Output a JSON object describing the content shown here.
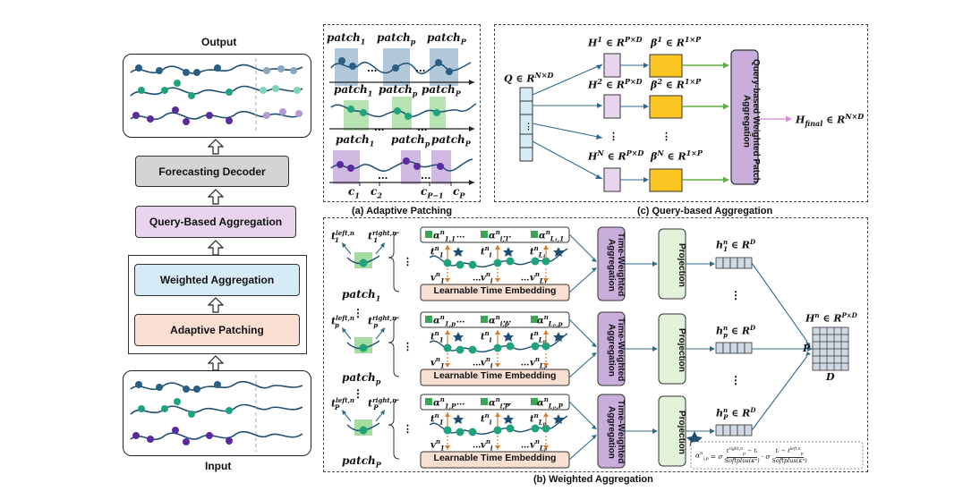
{
  "colors": {
    "pink": "#e9d4ee",
    "gray": "#d4d4d4",
    "blue": "#d5ecf7",
    "peach": "#f8dfd2",
    "yellow": "#fcc521",
    "purple": "#c9aedc",
    "green": "#e2f3d9",
    "teal": "#2f6b8c",
    "arrow_green": "#5fb043"
  },
  "left": {
    "output_label": "Output",
    "input_label": "Input",
    "decoder_label": "Forecasting Decoder",
    "query_label": "Query-Based Aggregation",
    "weighted_label": "Weighted Aggregation",
    "patching_label": "Adaptive Patching"
  },
  "panel_a": {
    "caption": "(a) Adaptive Patching",
    "row1": {
      "p1": "patch",
      "p1_sub": "1",
      "pp": "patch",
      "pp_sub": "p",
      "pP": "patch",
      "pP_sub": "P"
    },
    "row2": {
      "p1": "patch",
      "p1_sub": "1",
      "pp": "patch",
      "pp_sub": "p",
      "pP": "patch",
      "pP_sub": "P"
    },
    "row3": {
      "p1": "patch",
      "p1_sub": "1",
      "pp": "patch",
      "pp_sub": "p",
      "pP": "patch",
      "pP_sub": "P"
    },
    "c_labels": {
      "c1": "c",
      "c1_sub": "1",
      "c2": "c",
      "c2_sub": "2",
      "cPm1": "c",
      "cPm1_sub": "P−1",
      "cP": "c",
      "cP_sub": "P"
    }
  },
  "panel_c": {
    "caption": "(c) Query-based Aggregation",
    "Q": "Q ∈ R",
    "Q_sup": "N×D",
    "H1": "H",
    "H1_sup": "1",
    "H1_set": "∈ R",
    "H1_dim": "P×D",
    "H2": "H",
    "H2_sup": "2",
    "H2_set": "∈ R",
    "H2_dim": "P×D",
    "HN": "H",
    "HN_sup": "N",
    "HN_set": "∈ R",
    "HN_dim": "P×D",
    "B1": "β",
    "B1_sup": "1",
    "B1_set": "∈ R",
    "B1_dim": "1×P",
    "B2": "β",
    "B2_sup": "2",
    "B2_set": "∈ R",
    "B2_dim": "1×P",
    "BN": "β",
    "BN_sup": "N",
    "BN_set": "∈ R",
    "BN_dim": "1×P",
    "agg_label": "Query-based Weighted Patch Aggregation",
    "out": "H",
    "out_sub": "final",
    "out_set": "∈ R",
    "out_dim": "N×D"
  },
  "panel_b": {
    "caption": "(b) Weighted Aggregation",
    "lte": "Learnable Time Embedding",
    "twa": "Time-Weighted Aggregation",
    "proj": "Projection",
    "rows": [
      {
        "tl": "t",
        "tl_sup": "left,n",
        "tl_sub": "1",
        "tr": "t",
        "tr_sup": "right,n",
        "tr_sub": "1",
        "patch": "patch",
        "patch_sub": "1",
        "a1": "α",
        "a1_sub": "1,1",
        "a1_sup": "n",
        "ai": "α",
        "ai_sub": "i,1",
        "ai_sup": "n",
        "aL": "α",
        "aL_sub": "L₁,1",
        "aL_sup": "n",
        "t1": "t",
        "t1_sub": "1",
        "t1_sup": "n",
        "ti": "t",
        "ti_sub": "i",
        "ti_sup": "n",
        "tL": "t",
        "tL_sub": "L₁",
        "tL_sup": "n",
        "v1": "v",
        "v1_sub": "1",
        "v1_sup": "n",
        "vi": "v",
        "vi_sub": "i",
        "vi_sup": "n",
        "vL": "v",
        "vL_sub": "L₁",
        "vL_sup": "n",
        "h": "h",
        "h_sub": "1",
        "h_sup": "n",
        "h_set": "∈ R",
        "h_dim": "D"
      },
      {
        "tl": "t",
        "tl_sup": "left,n",
        "tl_sub": "p",
        "tr": "t",
        "tr_sup": "right,n",
        "tr_sub": "p",
        "patch": "patch",
        "patch_sub": "p",
        "a1": "α",
        "a1_sub": "1,p",
        "a1_sup": "n",
        "ai": "α",
        "ai_sub": "i,p",
        "ai_sup": "n",
        "aL": "α",
        "aL_sub": "Lₚ,p",
        "aL_sup": "n",
        "t1": "t",
        "t1_sub": "1",
        "t1_sup": "n",
        "ti": "t",
        "ti_sub": "i",
        "ti_sup": "n",
        "tL": "t",
        "tL_sub": "Lₚ",
        "tL_sup": "n",
        "v1": "v",
        "v1_sub": "1",
        "v1_sup": "n",
        "vi": "v",
        "vi_sub": "i",
        "vi_sup": "n",
        "vL": "v",
        "vL_sub": "Lₚ",
        "vL_sup": "n",
        "h": "h",
        "h_sub": "p",
        "h_sup": "n",
        "h_set": "∈ R",
        "h_dim": "D"
      },
      {
        "tl": "t",
        "tl_sup": "left,n",
        "tl_sub": "P",
        "tr": "t",
        "tr_sup": "right,n",
        "tr_sub": "P",
        "patch": "patch",
        "patch_sub": "P",
        "a1": "α",
        "a1_sub": "1,P",
        "a1_sup": "n",
        "ai": "α",
        "ai_sub": "i,P",
        "ai_sup": "n",
        "aL": "α",
        "aL_sub": "Lₚ,P",
        "aL_sup": "n",
        "t1": "t",
        "t1_sub": "1",
        "t1_sup": "n",
        "ti": "t",
        "ti_sub": "i",
        "ti_sup": "n",
        "tL": "t",
        "tL_sub": "Lₚ",
        "tL_sup": "n",
        "v1": "v",
        "v1_sub": "1",
        "v1_sup": "n",
        "vi": "v",
        "vi_sub": "i",
        "vi_sup": "n",
        "vL": "v",
        "vL_sub": "Lₚ",
        "vL_sup": "n",
        "h": "h",
        "h_sub": "P",
        "h_sup": "n",
        "h_set": "∈ R",
        "h_dim": "D"
      }
    ],
    "Hn": "H",
    "Hn_sup": "n",
    "Hn_set": "∈ R",
    "Hn_dim": "P×D",
    "P_label": "P",
    "D_label": "D",
    "formula": "α",
    "formula_sub": "i,p",
    "formula_sup": "n",
    "formula_eq": "= σ",
    "f_num1": "t",
    "f_num1_sup": "right,n",
    "f_num1_sub": "p",
    "f_num1_rest": " − tᵢ",
    "f_den1": "Softplus(κⁿ)",
    "f_dot": "· σ",
    "f_num2": "tᵢ − t",
    "f_num2_sup": "left,n",
    "f_num2_sub": "p",
    "f_den2": "Softplus(κⁿ)"
  }
}
